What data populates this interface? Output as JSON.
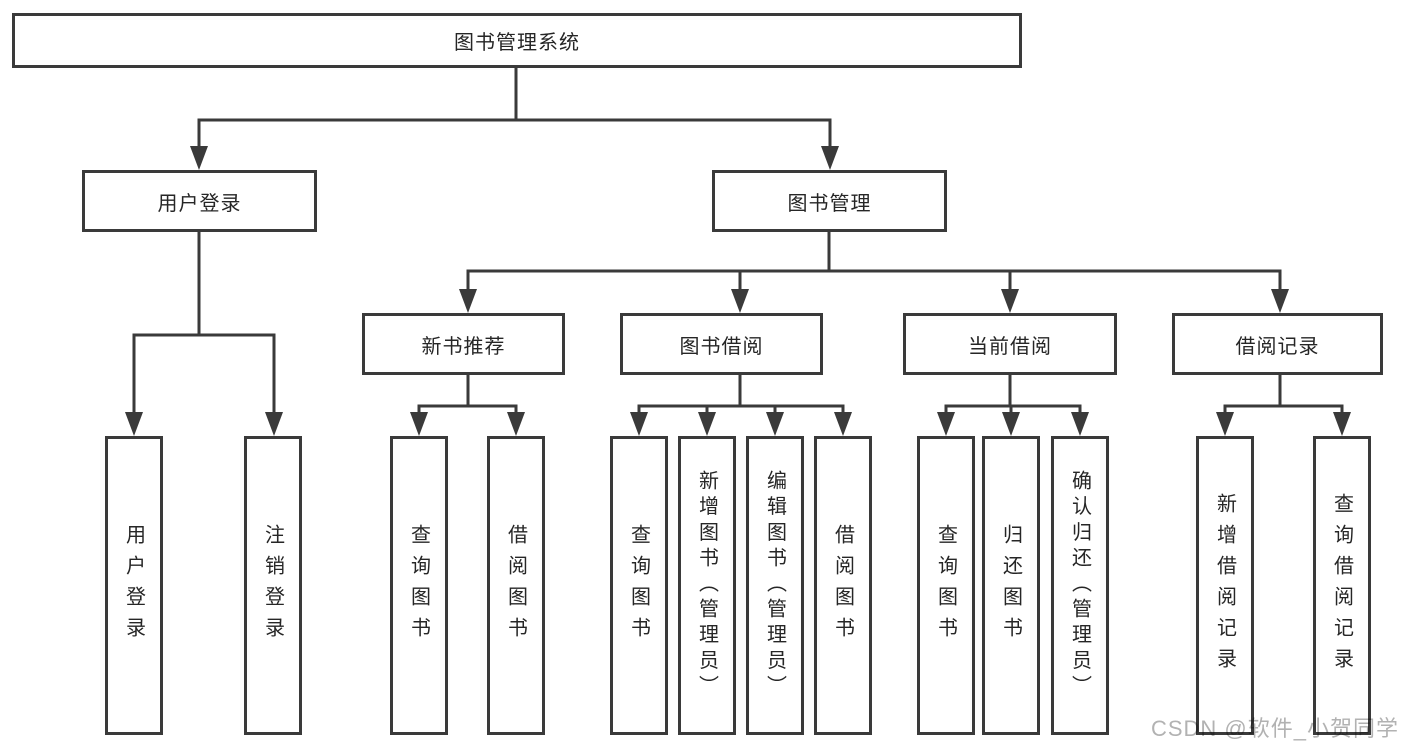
{
  "tree": {
    "label": "图书管理系统",
    "children": [
      {
        "label": "用户登录",
        "children": [
          {
            "label": "用户登录"
          },
          {
            "label": "注销登录"
          }
        ]
      },
      {
        "label": "图书管理",
        "children": [
          {
            "label": "新书推荐",
            "children": [
              {
                "label": "查询图书"
              },
              {
                "label": "借阅图书"
              }
            ]
          },
          {
            "label": "图书借阅",
            "children": [
              {
                "label": "查询图书"
              },
              {
                "label": "新增图书（管理员）"
              },
              {
                "label": "编辑图书（管理员）"
              },
              {
                "label": "借阅图书"
              }
            ]
          },
          {
            "label": "当前借阅",
            "children": [
              {
                "label": "查询图书"
              },
              {
                "label": "归还图书"
              },
              {
                "label": "确认归还（管理员）"
              }
            ]
          },
          {
            "label": "借阅记录",
            "children": [
              {
                "label": "新增借阅记录"
              },
              {
                "label": "查询借阅记录"
              }
            ]
          }
        ]
      }
    ]
  },
  "watermark": {
    "text": "CSDN @软件_小贺同学"
  },
  "colors": {
    "line": "#3a3a3a",
    "text": "#262626",
    "watermark": "#b2b2b2",
    "background": "#ffffff"
  }
}
